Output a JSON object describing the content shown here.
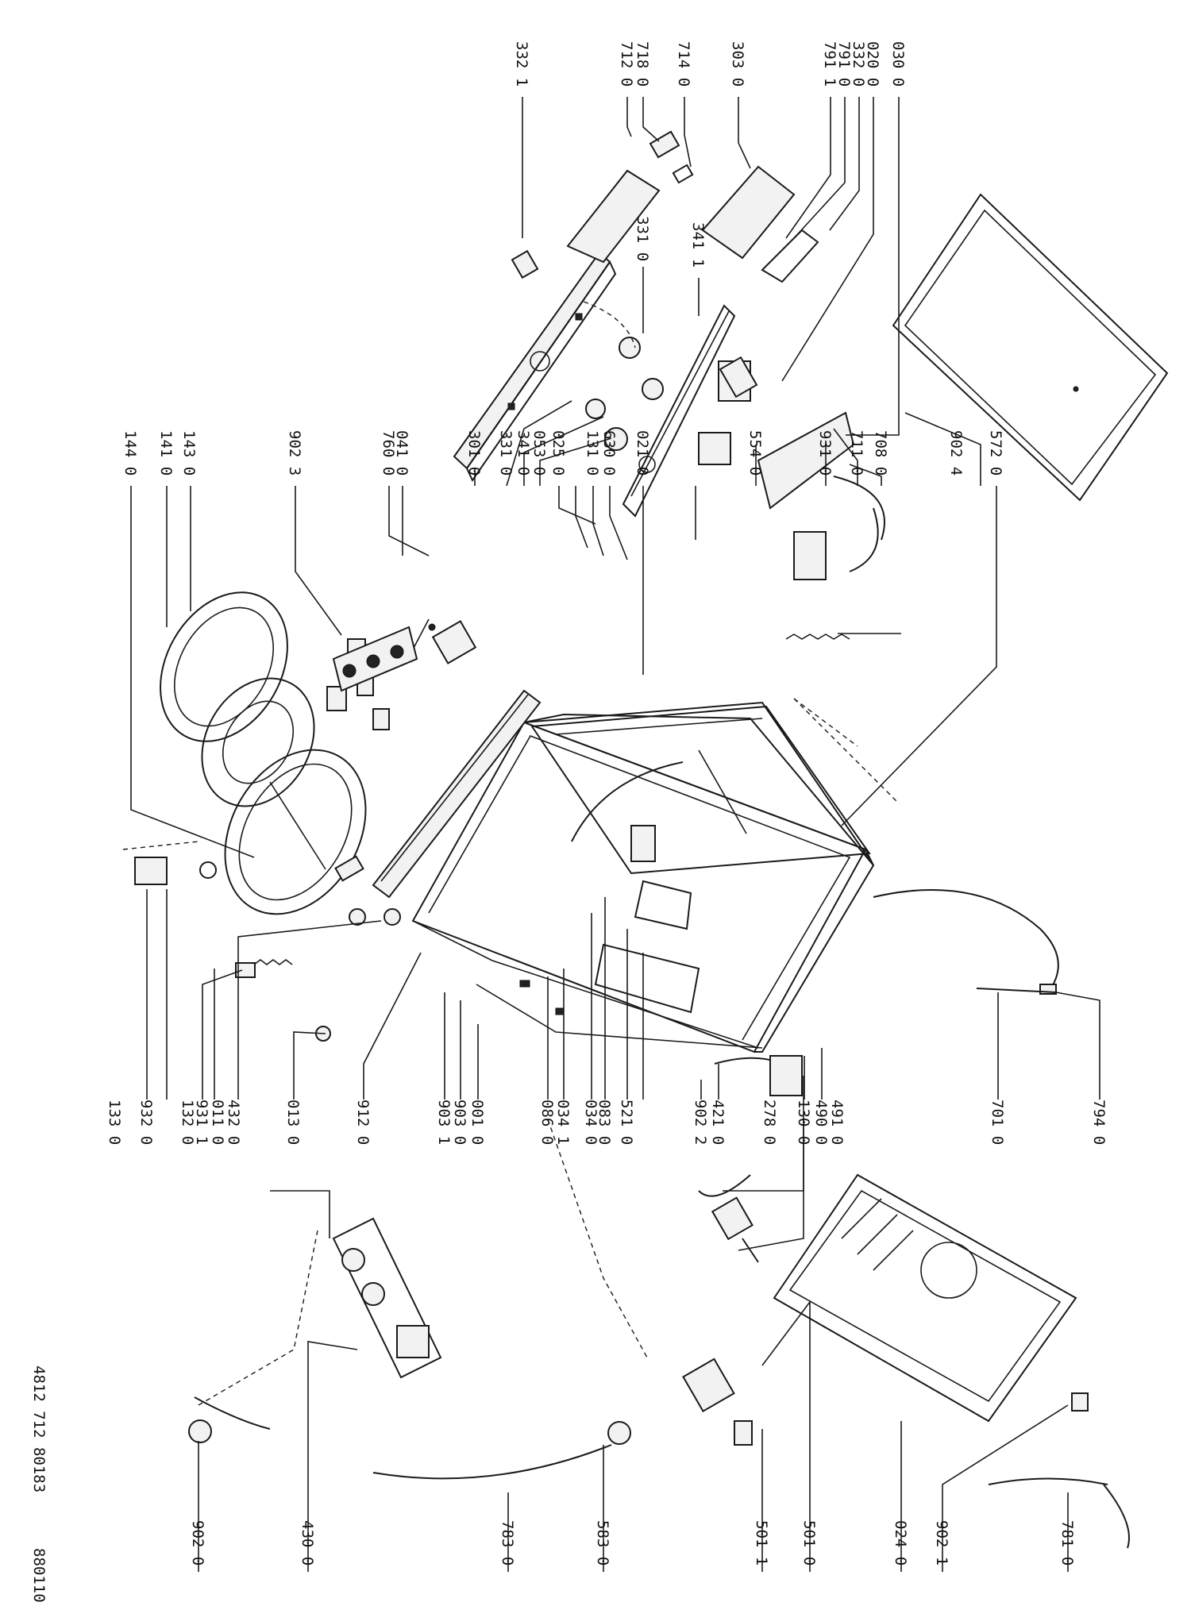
{
  "doc_number": "4812 712 80183",
  "date_code": "880110",
  "callouts": {
    "c0300": "030 0",
    "c0200": "020 0",
    "c3320": "332 0",
    "c7910": "791 0",
    "c7911": "791 1",
    "c3030": "303 0",
    "c7140": "714 0",
    "c7180": "718 0",
    "c7120": "712 0",
    "c3321": "332 1",
    "c3310a": "331 0",
    "c3411": "341 1",
    "c3010": "301 0",
    "c3310b": "331 0",
    "c3410": "341 0",
    "c0530": "053 0",
    "c0250": "025 0",
    "c1310": "131 0",
    "c6300": "630 0",
    "c0210": "021 0",
    "c5540": "554 0",
    "c7110": "711 0",
    "c9310": "931 0",
    "c7080": "708 0",
    "c9024": "902 4",
    "c5720": "572 0",
    "c0410": "041 0",
    "c7600": "760 0",
    "c9023": "902 3",
    "c1430": "143 0",
    "c1410": "141 0",
    "c1440": "144 0",
    "c1330": "133 0",
    "c9320": "932 0",
    "c1320": "132 0",
    "c9311": "931 1",
    "c0110": "011 0",
    "c4320": "432 0",
    "c0130": "013 0",
    "c9120": "912 0",
    "c9031": "903 1",
    "c9030": "903 0",
    "c0010": "001 0",
    "c0860": "086 0",
    "c0341": "034 1",
    "c0340": "034 0",
    "c0830": "083 0",
    "c5210": "521 0",
    "c9022": "902 2",
    "c4210": "421 0",
    "c2780": "278 0",
    "c1300": "130 0",
    "c4900": "490 0",
    "c4910": "491 0",
    "c7010": "701 0",
    "c7940": "794 0",
    "c4300": "430 0",
    "c9020": "902 0",
    "c7830": "783 0",
    "c5830": "583 0",
    "c5011": "501 1",
    "c5010": "501 0",
    "c0240": "024 0",
    "c9021": "902 1",
    "c7810": "781 0"
  }
}
